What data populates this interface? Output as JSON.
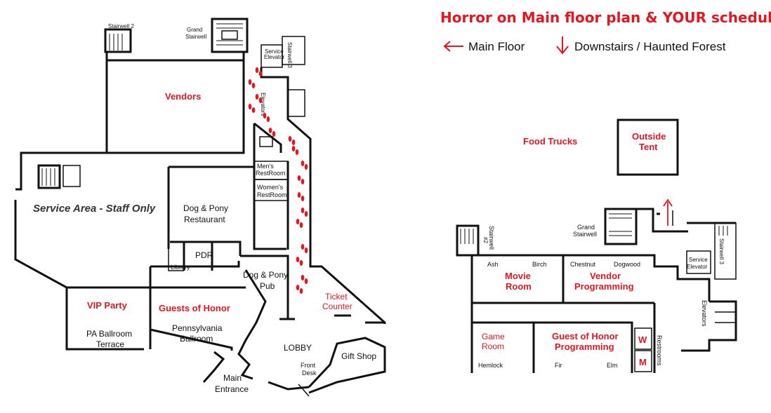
{
  "title": "Horror on Main floor plan & YOUR schedule",
  "legend": {
    "main_floor": "Main Floor",
    "downstairs": "Downstairs / Haunted Forest"
  },
  "colors": {
    "accent": "#e4161f",
    "ink": "#111111"
  },
  "main_floor": {
    "stairwell2": "Stairwell 2",
    "grand_stairwell_1": "Grand",
    "grand_stairwell_2": "Stairwell",
    "service_elevator_1": "Service",
    "service_elevator_2": "Elevator",
    "stairwell3": "Stairwell 3",
    "elevators": "Elevators",
    "vendors": "Vendors",
    "mens_1": "Men's",
    "mens_2": "RestRoom",
    "womens_1": "Women's",
    "womens_2": "RestRoom",
    "service_area": "Service Area - Staff Only",
    "dog_pony_restaurant_1": "Dog & Pony",
    "dog_pony_restaurant_2": "Restaurant",
    "pdr": "PDR",
    "library": "Library",
    "dog_pony_pub_1": "Dog & Pony",
    "dog_pony_pub_2": "Pub",
    "ticket_counter_1": "Ticket",
    "ticket_counter_2": "Counter",
    "vip_party": "VIP Party",
    "guests_of_honor": "Guests of Honor",
    "pa_terrace_1": "PA Ballroom",
    "pa_terrace_2": "Terrace",
    "pa_ballroom_1": "Pennsylvania",
    "pa_ballroom_2": "Ballroom",
    "lobby": "LOBBY",
    "front_desk_1": "Front",
    "front_desk_2": "Desk",
    "gift_shop": "Gift Shop",
    "main_entrance_1": "Main",
    "main_entrance_2": "Entrance"
  },
  "downstairs": {
    "food_trucks": "Food Trucks",
    "outside_tent_1": "Outside",
    "outside_tent_2": "Tent",
    "stairwell2": "Stairwell",
    "stairwell2_num": "#2",
    "grand_stairwell_1": "Grand",
    "grand_stairwell_2": "Stairwell",
    "service_elevator_1": "Service",
    "service_elevator_2": "Elevator",
    "stairwell3": "Stairwell 3",
    "elevators": "Elevators",
    "ash": "Ash",
    "birch": "Birch",
    "chestnut": "Chestnut",
    "dogwood": "Dogwood",
    "movie_room_1": "Movie",
    "movie_room_2": "Room",
    "vendor_prog_1": "Vendor",
    "vendor_prog_2": "Programming",
    "game_room_1": "Game",
    "game_room_2": "Room",
    "hemlock": "Hemlock",
    "goh_prog_1": "Guest of Honor",
    "goh_prog_2": "Programming",
    "fir": "Fir",
    "elm": "Elm",
    "w": "W",
    "m": "M",
    "restrooms": "Restrooms"
  }
}
